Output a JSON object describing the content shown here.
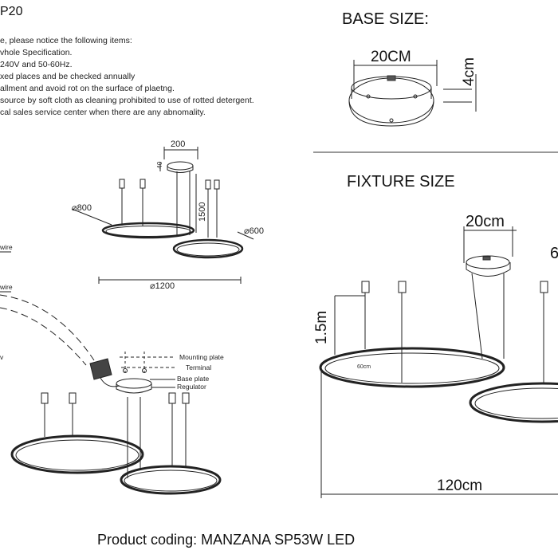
{
  "header": {
    "code_fragment": "P20",
    "notes": [
      "e, please notice the following items:",
      "vhole Specification.",
      "240V and 50-60Hz.",
      "xed places and be checked annually",
      "allment and avoid rot on the surface of plaetng.",
      "source by soft cloth as cleaning prohibited to use of rotted detergent.",
      "cal sales service center when there are any abnomality."
    ]
  },
  "base": {
    "title": "BASE SIZE:",
    "width": "20CM",
    "height": "4cm"
  },
  "overview": {
    "canopy_width": "200",
    "canopy_height": "40",
    "drop": "1500",
    "ring_large": "⌀800",
    "ring_small": "⌀600",
    "total_width": "⌀1200"
  },
  "wiring": {
    "wire_labels": [
      "wire",
      "wire",
      "v"
    ],
    "parts": [
      "Mounting plate",
      "Terminal",
      "Base plate",
      "Regulator"
    ]
  },
  "fixture": {
    "title": "FIXTURE SIZE",
    "canopy_width": "20cm",
    "ring_small_fragment": "6",
    "drop": "1.5m",
    "ring_label": "60cm",
    "total_width": "120cm"
  },
  "footer": {
    "product_coding": "Product coding: MANZANA SP53W LED"
  }
}
